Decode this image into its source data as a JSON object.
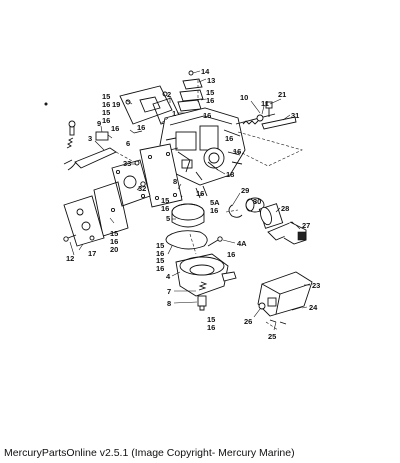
{
  "footer": {
    "caption": "MercuryPartsOnline v2.5.1 (Image Copyright- Mercury Marine)"
  },
  "callouts": [
    {
      "id": "c14",
      "text": "14"
    },
    {
      "id": "c13",
      "text": "13"
    },
    {
      "id": "c15a",
      "text": "15"
    },
    {
      "id": "c16a",
      "text": "16"
    },
    {
      "id": "c15b",
      "text": "15"
    },
    {
      "id": "c16b",
      "text": "16"
    },
    {
      "id": "c19",
      "text": "19"
    },
    {
      "id": "c2",
      "text": "2"
    },
    {
      "id": "c15c",
      "text": "15"
    },
    {
      "id": "c16c",
      "text": "16"
    },
    {
      "id": "c1",
      "text": "1"
    },
    {
      "id": "c16d",
      "text": "16"
    },
    {
      "id": "c10",
      "text": "10"
    },
    {
      "id": "c21",
      "text": "21"
    },
    {
      "id": "c11",
      "text": "11"
    },
    {
      "id": "c31",
      "text": "31"
    },
    {
      "id": "c9",
      "text": "9"
    },
    {
      "id": "c16e",
      "text": "16"
    },
    {
      "id": "c16f",
      "text": "16"
    },
    {
      "id": "c3",
      "text": "3"
    },
    {
      "id": "c16g",
      "text": "16"
    },
    {
      "id": "c6",
      "text": "6"
    },
    {
      "id": "c16h",
      "text": "16"
    },
    {
      "id": "c33",
      "text": "33"
    },
    {
      "id": "c18",
      "text": "18"
    },
    {
      "id": "c32",
      "text": "32"
    },
    {
      "id": "c8",
      "text": "8"
    },
    {
      "id": "c15d",
      "text": "15"
    },
    {
      "id": "c16i",
      "text": "16"
    },
    {
      "id": "c16j",
      "text": "16"
    },
    {
      "id": "c5a",
      "text": "5A"
    },
    {
      "id": "c16k",
      "text": "16"
    },
    {
      "id": "c29",
      "text": "29"
    },
    {
      "id": "c30",
      "text": "30"
    },
    {
      "id": "c28",
      "text": "28"
    },
    {
      "id": "c5",
      "text": "5"
    },
    {
      "id": "c27",
      "text": "27"
    },
    {
      "id": "c15e",
      "text": "15"
    },
    {
      "id": "c16l",
      "text": "16"
    },
    {
      "id": "c20",
      "text": "20"
    },
    {
      "id": "c15f",
      "text": "15"
    },
    {
      "id": "c16m",
      "text": "16"
    },
    {
      "id": "c17",
      "text": "17"
    },
    {
      "id": "c12",
      "text": "12"
    },
    {
      "id": "c4a",
      "text": "4A"
    },
    {
      "id": "c16n",
      "text": "16"
    },
    {
      "id": "c15g",
      "text": "15"
    },
    {
      "id": "c16o",
      "text": "16"
    },
    {
      "id": "c4",
      "text": "4"
    },
    {
      "id": "c23",
      "text": "23"
    },
    {
      "id": "c7",
      "text": "7"
    },
    {
      "id": "c24",
      "text": "24"
    },
    {
      "id": "c8b",
      "text": "8"
    },
    {
      "id": "c15h",
      "text": "15"
    },
    {
      "id": "c16p",
      "text": "16"
    },
    {
      "id": "c26",
      "text": "26"
    },
    {
      "id": "c25",
      "text": "25"
    }
  ]
}
